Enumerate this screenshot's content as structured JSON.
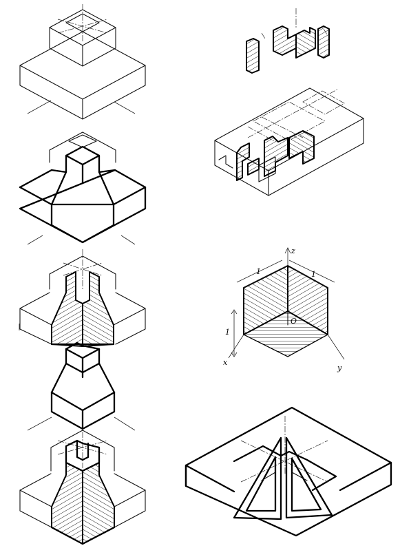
{
  "labels": {
    "axis_z": "z",
    "axis_x": "x",
    "axis_y": "y",
    "origin": "O",
    "dim_top_left": "1",
    "dim_top_right": "1",
    "dim_left": "1"
  },
  "colors": {
    "ink": "#000000",
    "paper": "#ffffff"
  }
}
